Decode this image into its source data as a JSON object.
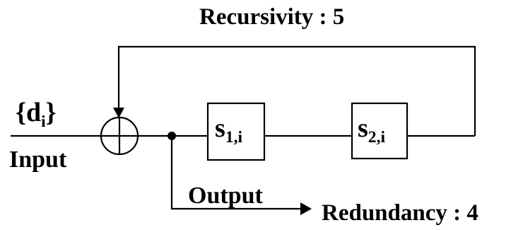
{
  "labels": {
    "recursivity": "Recursivity : 5",
    "redundancy": "Redundancy : 4",
    "input": "Input",
    "output": "Output"
  },
  "input_symbol": {
    "open": "{",
    "base": "d",
    "sub": "i",
    "close": "}"
  },
  "registers": [
    {
      "base": "s",
      "sub": "1,i"
    },
    {
      "base": "s",
      "sub": "2,i"
    }
  ],
  "colors": {
    "line": "#000000",
    "background": "#ffffff"
  },
  "icons": {
    "adder": "xor-adder-icon",
    "junction": "junction-dot-icon",
    "arrow": "arrowhead-icon"
  }
}
